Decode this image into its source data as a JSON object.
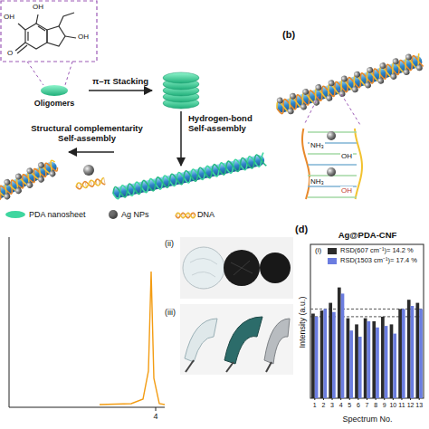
{
  "diagram": {
    "labels": [
      "OH",
      "OH",
      "O",
      "OH",
      "Oligomers",
      "π–π Stacking",
      "Hydrogen-bond Self-assembly",
      "Structural complementarity Self-assembly",
      "(b)",
      "NH₃",
      "OH",
      "NH₃",
      "OH",
      "4",
      "(ii)",
      "(iii)",
      "(d)",
      "(i)",
      "Ag@PDA-CNF",
      "Intensity (a.u.)",
      "Spectrum No.",
      "1",
      "2",
      "3",
      "4",
      "5",
      "6",
      "7",
      "8",
      "9",
      "10",
      "11",
      "12",
      "13"
    ],
    "legend": [
      {
        "text": "PDA nanosheet",
        "color": "#3ed69f"
      },
      {
        "text": "Ag NPs",
        "color": "#6e6e6e"
      },
      {
        "text": "DNA"
      },
      {
        "text": "RSD(607 cm⁻¹)= 14.2 %",
        "color": "#2b2b2b"
      },
      {
        "text": "RSD(1503 cm⁻¹)= 17.4 %",
        "color": "#6b7de0"
      }
    ]
  }
}
